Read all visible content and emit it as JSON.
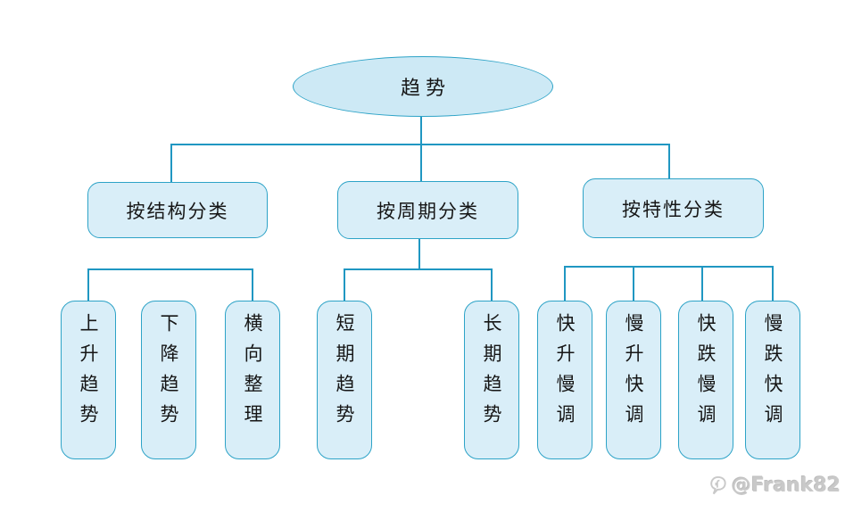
{
  "diagram": {
    "title_hint": "trend-classification-tree",
    "root": {
      "label": "趋势"
    },
    "categories": [
      {
        "label": "按结构分类",
        "children": [
          {
            "label": "上升趋势"
          },
          {
            "label": "下降趋势"
          },
          {
            "label": "横向整理"
          }
        ]
      },
      {
        "label": "按周期分类",
        "children": [
          {
            "label": "短期趋势"
          },
          {
            "label": "长期趋势"
          }
        ]
      },
      {
        "label": "按特性分类",
        "children": [
          {
            "label": "快升慢调"
          },
          {
            "label": "慢升快调"
          },
          {
            "label": "快跌慢调"
          },
          {
            "label": "慢跌快调"
          }
        ]
      }
    ],
    "colors": {
      "node_fill": "#d9eef8",
      "ellipse_fill": "#cde9f5",
      "node_border": "#2da3c7",
      "connector_line": "#2097c2",
      "text": "#161616",
      "watermark": "#c9c9c9"
    }
  },
  "watermark": {
    "icon": "speech-bubble-f-icon",
    "handle": "@Frank82"
  }
}
